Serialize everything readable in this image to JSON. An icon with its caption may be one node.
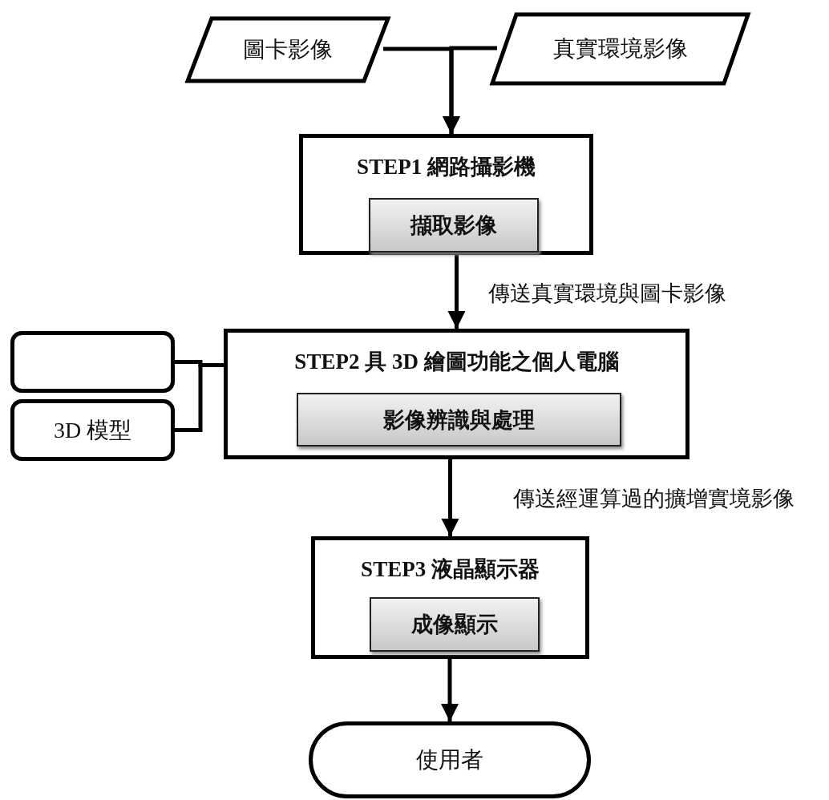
{
  "diagram": {
    "nodes": [
      {
        "text": [
          "圖卡影像"
        ]
      },
      {
        "text": [
          "真實環境影像"
        ]
      },
      {
        "text": [
          "STEP1 網路攝影機"
        ]
      },
      {
        "text": [
          "擷取影像"
        ],
        "in": 2
      },
      {
        "text": [],
        "shape": "box"
      },
      {
        "text": [
          "3D 模型"
        ]
      },
      {
        "text": [
          "STEP2 具 3D 繪圖功能之個人電腦"
        ]
      },
      {
        "text": [
          "影像辨識與處理"
        ],
        "in": 6
      },
      {
        "text": [
          "STEP3 液晶顯示器"
        ]
      },
      {
        "text": [
          "成像顯示"
        ],
        "in": 8
      },
      {
        "text": [
          "使用者"
        ]
      }
    ],
    "edges": [
      {
        "from": 0,
        "to": 2,
        "arrow": "to"
      },
      {
        "from": 1,
        "to": 2,
        "arrow": "to"
      },
      {
        "from": 2,
        "to": 6,
        "arrow": "to",
        "label": "傳送真實環境與圖卡影像"
      },
      {
        "from": 4,
        "to": 6,
        "arrow": "none"
      },
      {
        "from": 5,
        "to": 6,
        "arrow": "none"
      },
      {
        "from": 6,
        "to": 8,
        "arrow": "to",
        "label": "傳送經運算過的擴增實境影像"
      },
      {
        "from": 8,
        "to": 10,
        "arrow": "to"
      }
    ]
  }
}
